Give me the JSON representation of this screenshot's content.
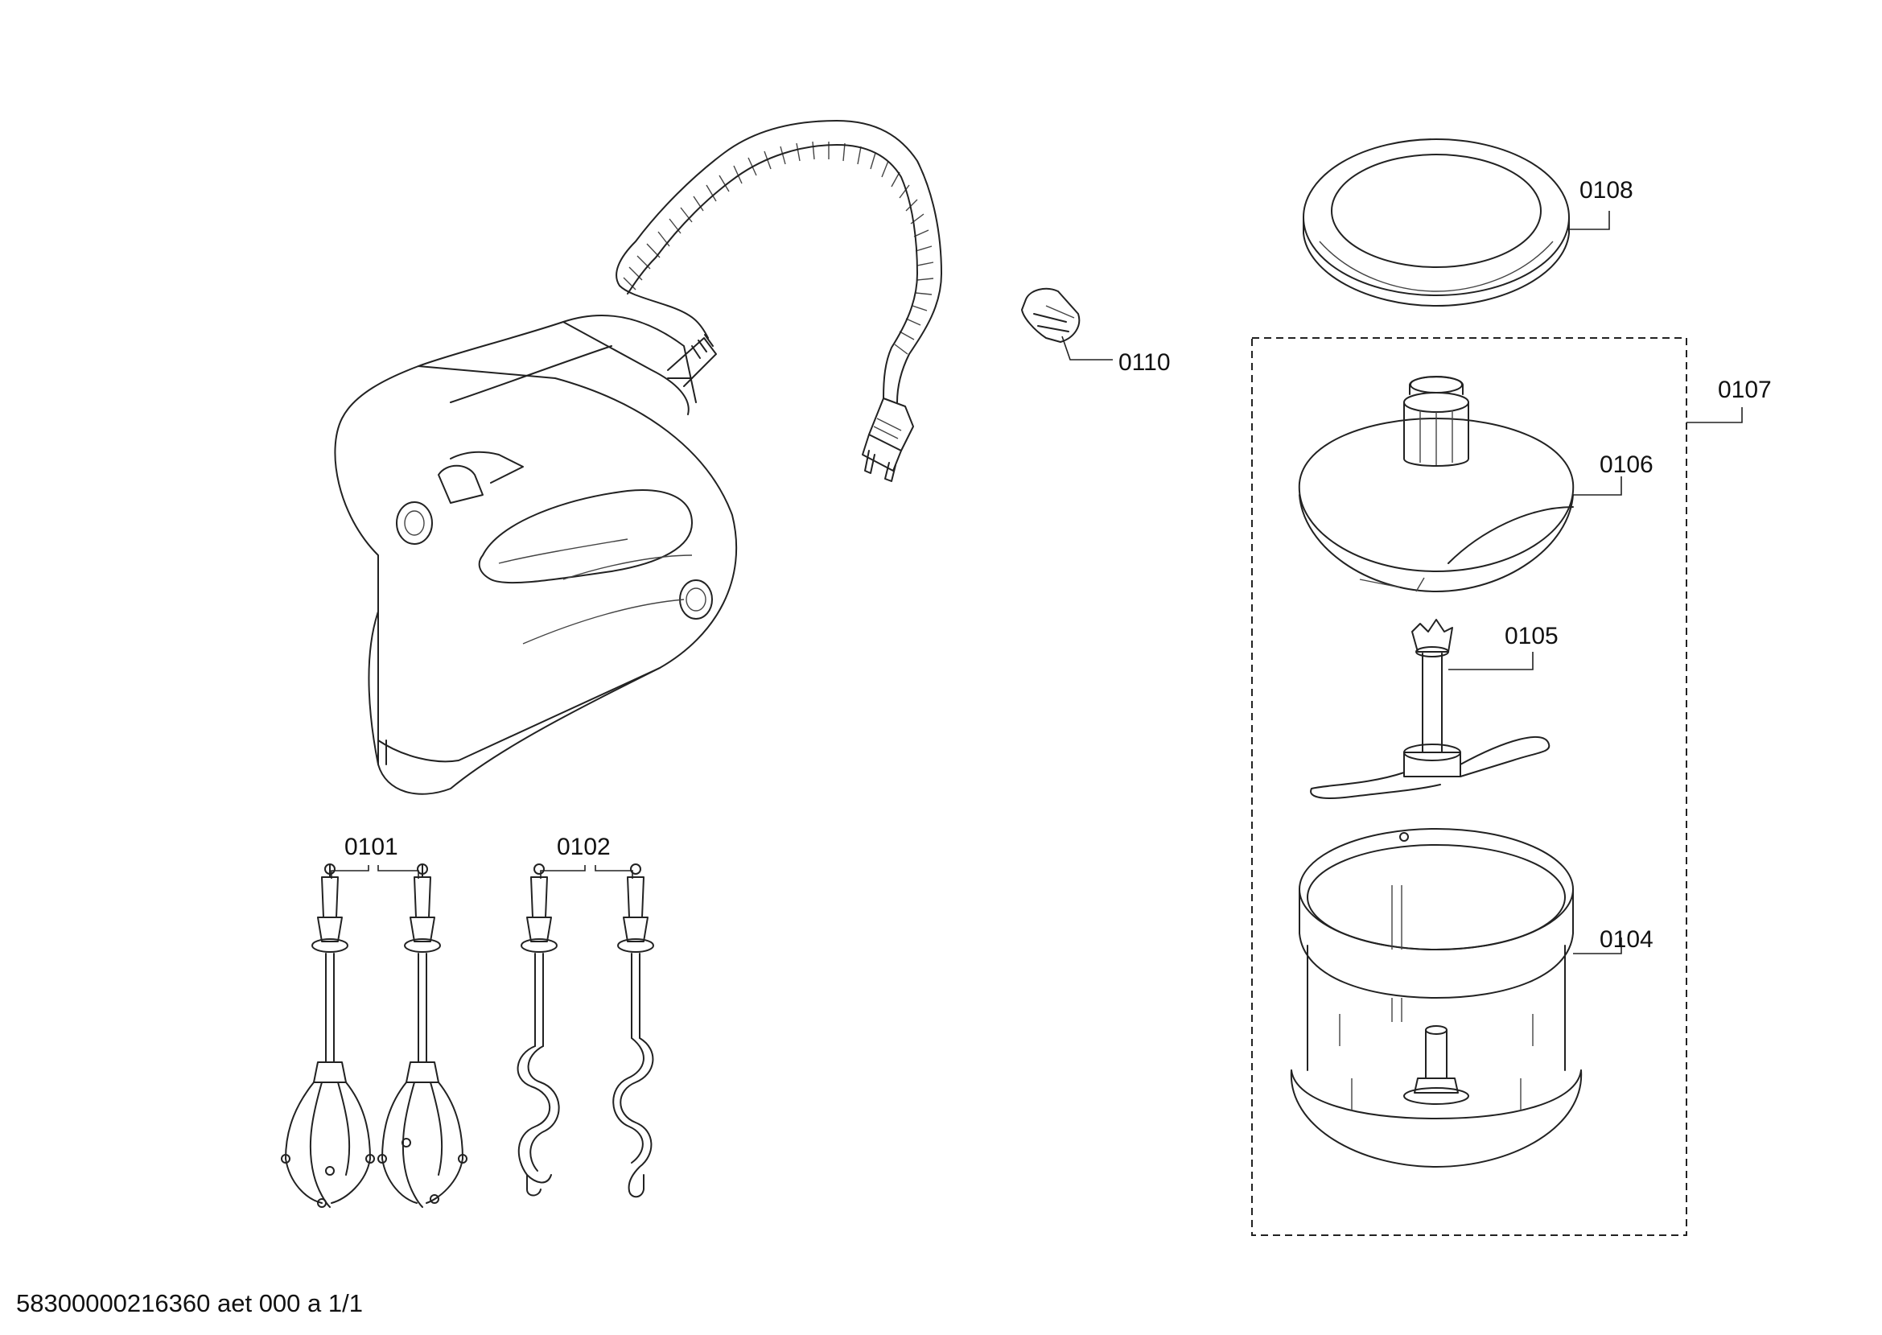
{
  "parts": [
    {
      "id": "hand-mixer-body",
      "label": ""
    },
    {
      "id": "beaters",
      "label": "0101"
    },
    {
      "id": "dough-hooks",
      "label": "0102"
    },
    {
      "id": "chopper-bowl",
      "label": "0104"
    },
    {
      "id": "chopper-blade",
      "label": "0105"
    },
    {
      "id": "chopper-lid",
      "label": "0106"
    },
    {
      "id": "chopper-attachment-set",
      "label": "0107"
    },
    {
      "id": "bowl-base-ring",
      "label": "0108"
    },
    {
      "id": "cord-clip",
      "label": "0110"
    }
  ],
  "footer": {
    "code": "58300000216360 aet 000 a 1/1"
  },
  "colors": {
    "line": "#222222",
    "background": "#ffffff"
  }
}
